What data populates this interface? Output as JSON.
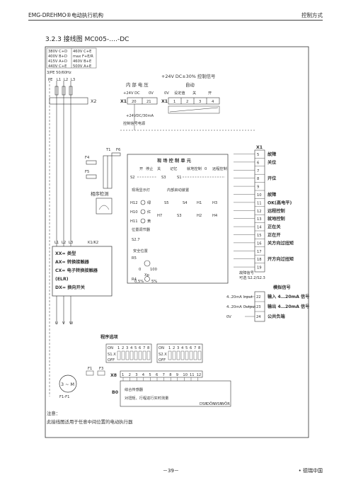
{
  "header": {
    "left": "EMG-DREHMO®电动执行机构",
    "right": "控制方式"
  },
  "section_title": "3.2.3  接线图  MC005-….-DC",
  "footer": {
    "page": "－39－",
    "brand": "• 德瑞中国"
  },
  "voltage_table": [
    [
      "380V C+D",
      "460V C+E"
    ],
    [
      "400V B+D",
      "max F+E/R"
    ],
    [
      "415V A+D",
      "460V B+E"
    ],
    [
      "440V C+E",
      "500V A+E"
    ]
  ],
  "supply": "3/PE 50/60Hz",
  "mains_terminals": [
    "PE",
    "L1",
    "L2",
    "L3"
  ],
  "x2_label": "X2",
  "x1_label": "X1",
  "control_signal": {
    "title": "+24V DC±30%  控制信号",
    "internal": "内 部 电 压",
    "auto": "自动",
    "v24": "+24V DC",
    "v0a": "0V",
    "v0b": "0V",
    "setting": "设定值",
    "off": "关",
    "open": "开",
    "pins_left": [
      "20",
      "21"
    ],
    "pins_right": [
      "1",
      "2",
      "3",
      "4"
    ],
    "supply_label": "+24VDC/30mA",
    "supply_name": "控制信号电源"
  },
  "fuses": [
    "F4",
    "F5"
  ],
  "transformer": {
    "t1": "T1",
    "f6": "F6"
  },
  "phase_detect": "相序检测",
  "control_unit": {
    "title": "现 场 控 制 单 元",
    "sw_row": [
      "开",
      "停止",
      "关",
      "记忆",
      "就地控制",
      "0",
      "远程控制"
    ],
    "s2": "S2",
    "s3": "S3",
    "s1": "S1",
    "lamps_title": "现场显示灯",
    "internal_title": "内部启动装置",
    "h12": "H12",
    "h12_c": "绿",
    "h10": "H10",
    "h10_c": "红",
    "h11": "H11",
    "h11_c": "黄",
    "s5": "S5",
    "s4": "S4",
    "h1": "H1",
    "h3": "H3",
    "h7": "H7",
    "s3b": "S3",
    "h2": "H2",
    "h4": "H4",
    "pos_title": "位置调节器",
    "s27": "S2.7",
    "safety": "安全位置",
    "r5": "R5",
    "zero": "0",
    "hundred": "100",
    "xp": "Xp",
    "r4": "R4",
    "p05": "0,5%",
    "p5": "5%"
  },
  "x1_terms": [
    {
      "n": "5",
      "label": "故障"
    },
    {
      "n": "6",
      "label": "关位"
    },
    {
      "n": "7",
      "label": ""
    },
    {
      "n": "8",
      "label": "开位"
    },
    {
      "n": "9",
      "label": ""
    },
    {
      "n": "10",
      "label": "故障"
    },
    {
      "n": "11",
      "label": "OK(高电平)"
    },
    {
      "n": "12",
      "label": "远程控制"
    },
    {
      "n": "13",
      "label": "就地控制"
    },
    {
      "n": "14",
      "label": "正在关"
    },
    {
      "n": "15",
      "label": "正在开"
    },
    {
      "n": "16",
      "label": "关方向过扭矩"
    },
    {
      "n": "17",
      "label": ""
    },
    {
      "n": "18",
      "label": "开方向过扭矩"
    },
    {
      "n": "19",
      "label": ""
    }
  ],
  "remote_signal": [
    "故障信号",
    "可选 S2.2/S2.3"
  ],
  "pos_signal_title": "模拟信号",
  "x1_io": [
    {
      "n": "22",
      "left": "4..20mA Input",
      "label": "输入 4…20mA 信号"
    },
    {
      "n": "23",
      "left": "4..20mA Output",
      "label": "输出 4…20mA 信号"
    },
    {
      "n": "24",
      "left": "0V",
      "label": "公共负端"
    }
  ],
  "k1k2": "K1/K2",
  "l_labels": [
    "L1",
    "L2",
    "L3"
  ],
  "legend": [
    "XX=  类型",
    "AX=  转换接触器",
    "CX=  电子转换接触器",
    "       (ELR)",
    "DX=  换向开关"
  ],
  "uvw": [
    "U",
    "V",
    "W"
  ],
  "program_title": "程序选项",
  "s1x": "S1.X",
  "s2x": "S2.X",
  "on": "ON",
  "off": "OFF",
  "dip_nums": [
    "1",
    "2",
    "3",
    "4",
    "5",
    "6",
    "7",
    "8"
  ],
  "motor": {
    "m": "3 ~ M",
    "f1": "F1-F1"
  },
  "fuses_motor": [
    "F1",
    "F3"
  ],
  "x8": {
    "label": "X8",
    "pins": [
      "1",
      "2",
      "3",
      "4",
      "5",
      "6",
      "7",
      "8",
      "9",
      "10",
      "11",
      "12"
    ]
  },
  "b0": {
    "label": "B0",
    "line1": "综合传感器",
    "line2": "对扭矩、行程进行实时测量"
  },
  "sensor_sym": [
    "DSR",
    "DÖR",
    "WSR",
    "WÖR"
  ],
  "note": {
    "title": "注意：",
    "text": "此接线图适用于任意中间位置的电动执行器"
  }
}
